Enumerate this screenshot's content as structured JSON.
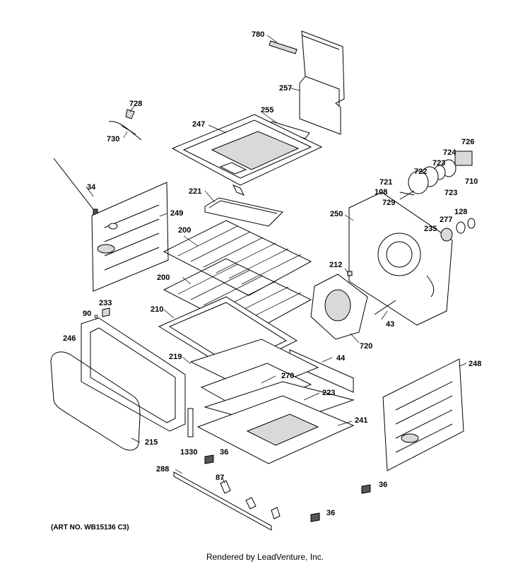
{
  "callouts": [
    "780",
    "257",
    "728",
    "255",
    "247",
    "730",
    "726",
    "724",
    "723",
    "722",
    "710",
    "34",
    "221",
    "721",
    "108",
    "723",
    "729",
    "249",
    "250",
    "128",
    "277",
    "235",
    "200",
    "212",
    "200",
    "233",
    "43",
    "90",
    "210",
    "246",
    "720",
    "219",
    "44",
    "248",
    "270",
    "223",
    "241",
    "215",
    "1330",
    "36",
    "288",
    "87",
    "36",
    "36"
  ],
  "art_number": "(ART NO. WB15136 C3)",
  "footer": "Rendered by LeadVenture, Inc."
}
